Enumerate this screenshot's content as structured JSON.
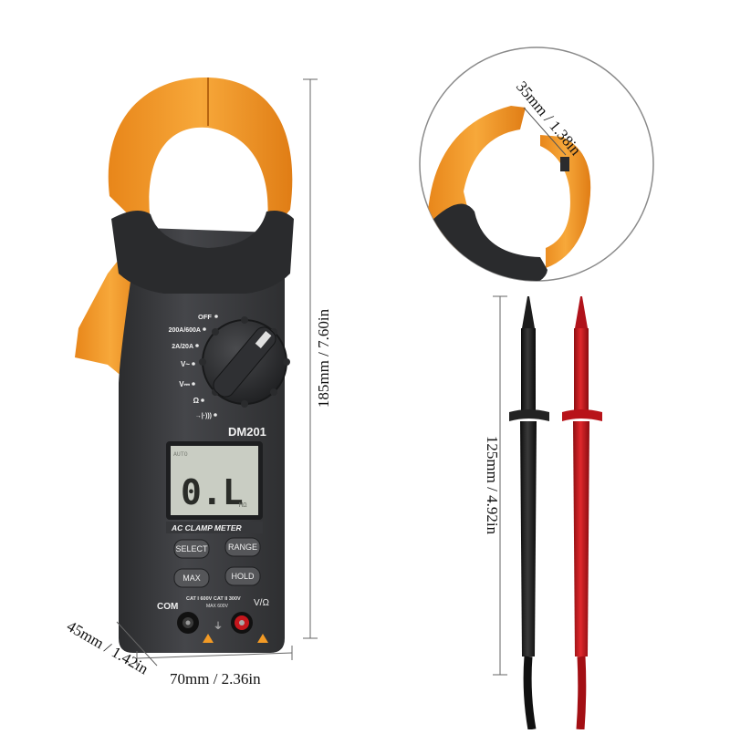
{
  "meter": {
    "model": "DM201",
    "title_strip": "AC CLAMP METER",
    "dial_positions": [
      "OFF",
      "200A/600A",
      "2A/20A",
      "V~",
      "V⎓",
      "Ω",
      "→|·)))"
    ],
    "display": {
      "reading": "0.L",
      "mode": "AUTO",
      "unit": "MΩ"
    },
    "buttons": [
      "SELECT",
      "RANGE",
      "MAX",
      "HOLD"
    ],
    "jacks": {
      "com_label": "COM",
      "v_label": "V/Ω",
      "rating_line_1": "CAT I 600V  CAT II 300V",
      "rating_line_2": "MAX 600V"
    }
  },
  "dimensions": {
    "height": "185mm / 7.60in",
    "width": "70mm / 2.36in",
    "depth": "45mm / 1.42in",
    "jaw_opening": "35mm / 1.38in",
    "lead_length": "125mm / 4.92in"
  },
  "colors": {
    "body": "#3c3d3f",
    "accent_orange": "#f39a25",
    "lead_red": "#c5161c",
    "lead_black": "#1c1c1c",
    "lcd": "#c9cdc3"
  }
}
